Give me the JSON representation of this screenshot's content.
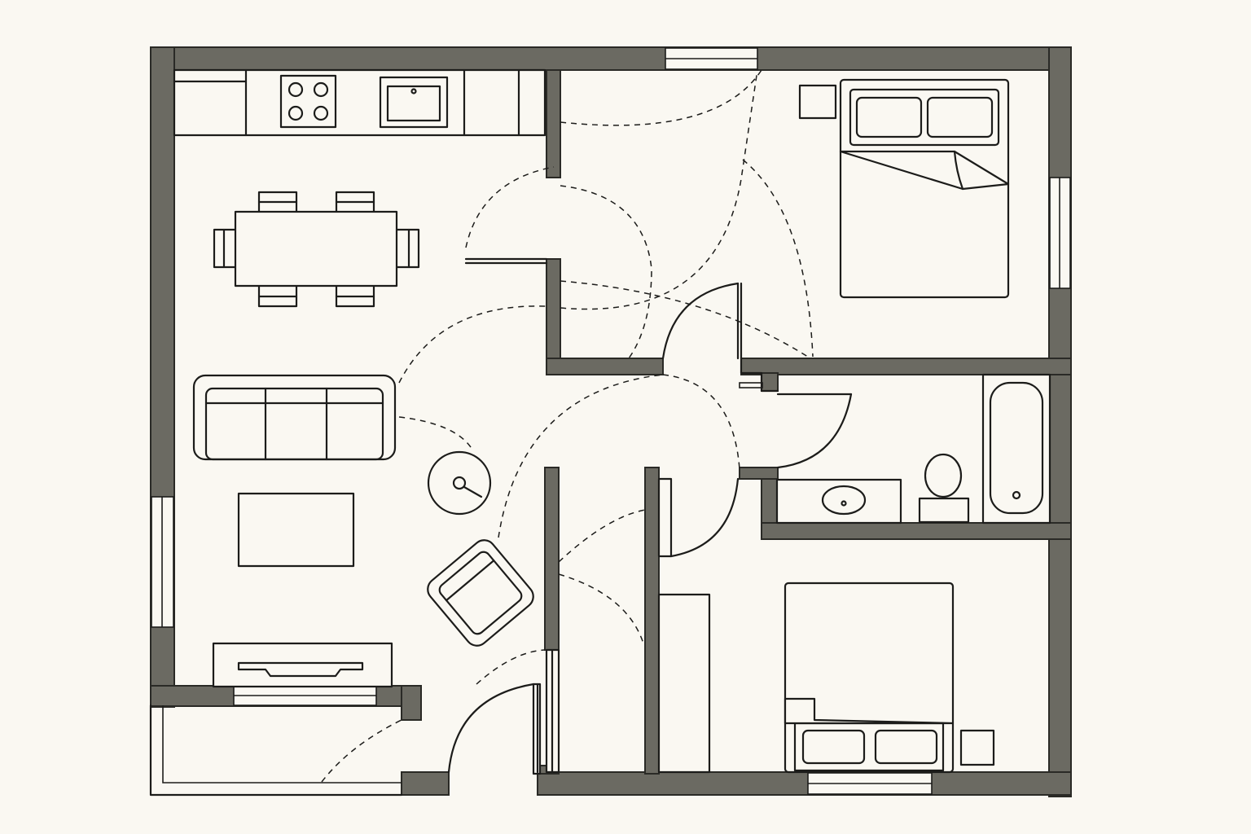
{
  "plan": {
    "kind": "apartment floor plan",
    "colors": {
      "background": "#faf8f2",
      "wall_fill": "#6b6a62",
      "line": "#1c1c1a"
    },
    "rooms": [
      {
        "id": "living-dining-kitchen",
        "contents": [
          "kitchen-counter",
          "cooktop",
          "sink",
          "dining-table",
          "dining-chairs",
          "sofa",
          "coffee-table",
          "armchair",
          "side-table-lamp",
          "tv-console"
        ]
      },
      {
        "id": "hallway",
        "contents": []
      },
      {
        "id": "bedroom-1",
        "contents": [
          "double-bed",
          "nightstand"
        ]
      },
      {
        "id": "bathroom",
        "contents": [
          "bathtub",
          "toilet",
          "vanity-sink"
        ]
      },
      {
        "id": "bedroom-2",
        "contents": [
          "double-bed",
          "nightstand",
          "wardrobe"
        ]
      },
      {
        "id": "balcony",
        "contents": []
      }
    ],
    "doors": 8,
    "windows": 6,
    "door_swing_style": "dashed arcs"
  }
}
